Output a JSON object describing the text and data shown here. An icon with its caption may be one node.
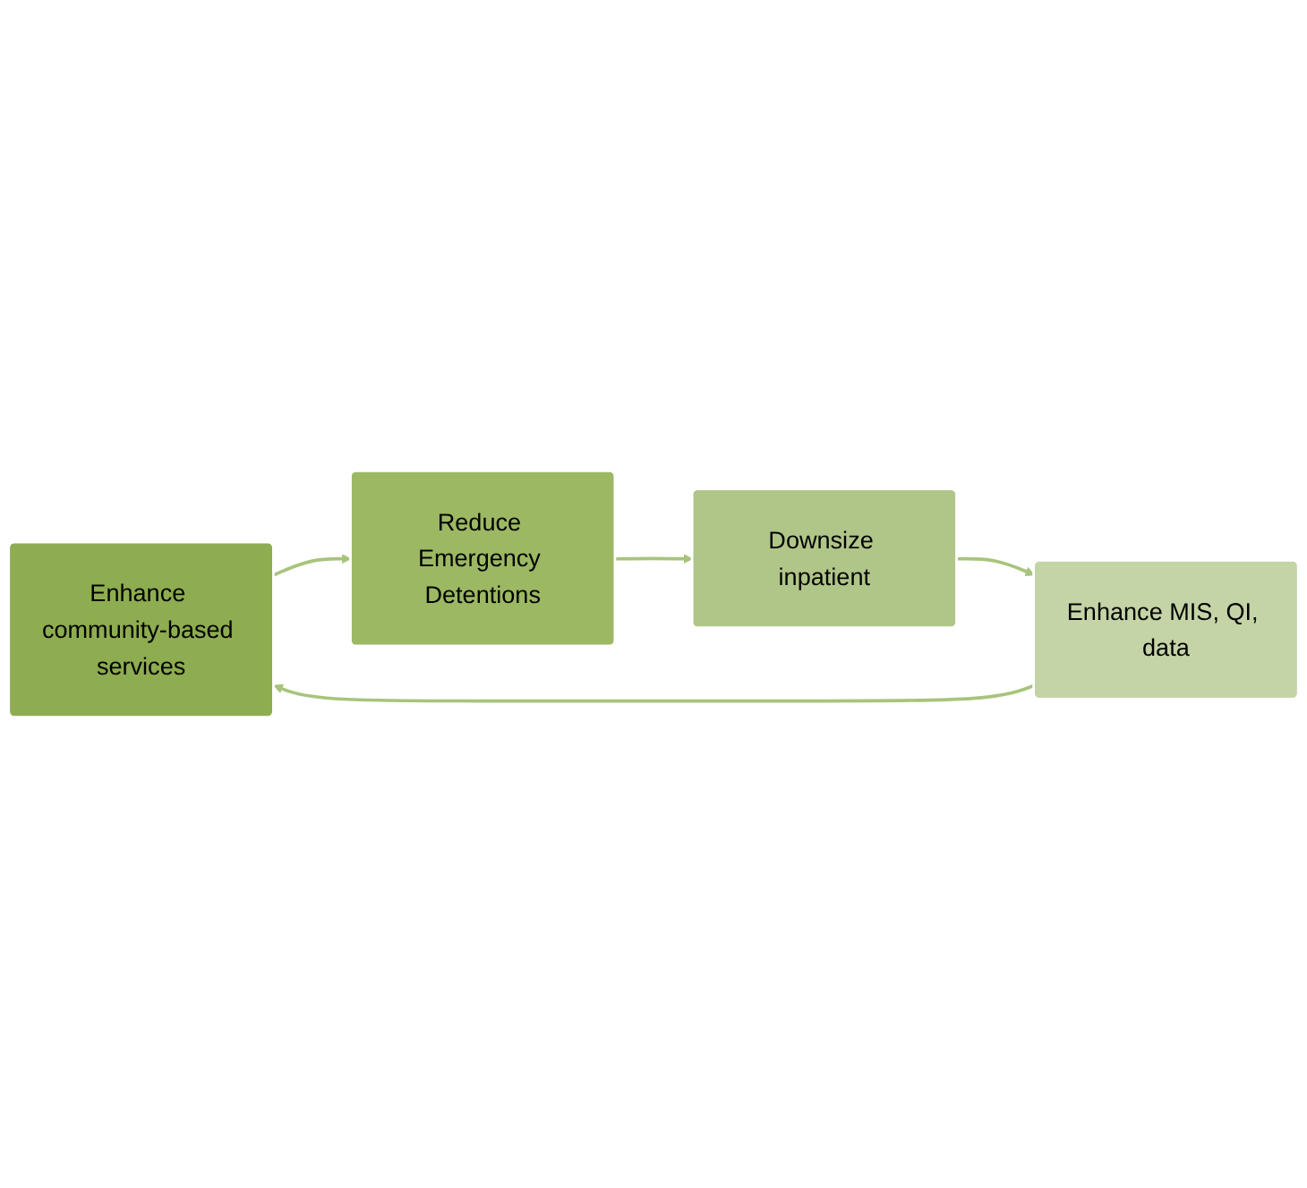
{
  "diagram": {
    "nodes": [
      {
        "text": [
          "Enhance community-based services"
        ]
      },
      {
        "text": [
          "Reduce Emergency Detentions"
        ]
      },
      {
        "text": [
          "Downsize inpatient"
        ]
      },
      {
        "text": [
          "Enhance MIS, QI, data"
        ]
      }
    ],
    "edges": [
      {
        "from": 0,
        "to": 1,
        "arrow": "to"
      },
      {
        "from": 1,
        "to": 2,
        "arrow": "to"
      },
      {
        "from": 2,
        "to": 3,
        "arrow": "to"
      },
      {
        "from": 3,
        "to": 0,
        "arrow": "to"
      }
    ]
  }
}
